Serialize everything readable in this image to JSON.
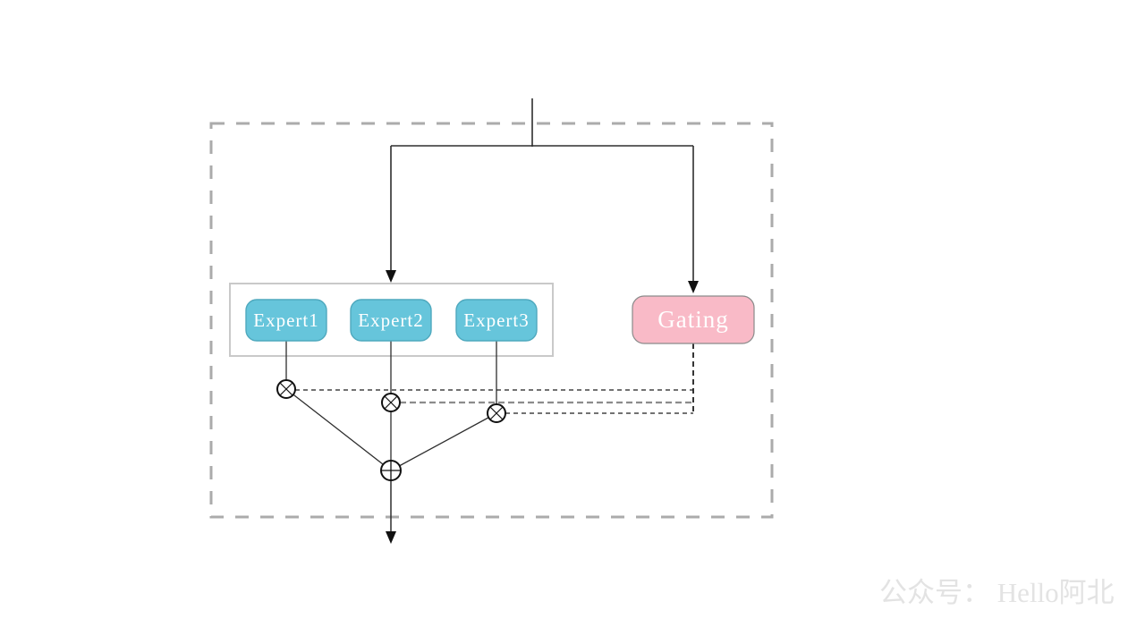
{
  "page": {
    "background": "#FFFFFF"
  },
  "colors": {
    "expert_fill": "#66C5DB",
    "expert_border": "#4FA9BE",
    "gating_fill": "#F9BAC7",
    "gating_border": "#8A8A8A",
    "outer_border": "#ABABAB",
    "experts_group_border": "#C9C9C9",
    "line": "#2E2E2E",
    "arrowhead": "#111111",
    "dash_line_dark": "#1F1F1F",
    "dash_line_mid_gray": "#8C8C8C",
    "node_text": "#FFFFFF",
    "watermark": "#E3E3E3"
  },
  "nodes": {
    "experts": [
      {
        "label": "Expert1"
      },
      {
        "label": "Expert2"
      },
      {
        "label": "Expert3"
      }
    ],
    "gating": {
      "label": "Gating"
    }
  },
  "operators": {
    "multiply": "⊗",
    "add": "⊕"
  },
  "watermark": {
    "text": "公众号： Hello阿北"
  }
}
